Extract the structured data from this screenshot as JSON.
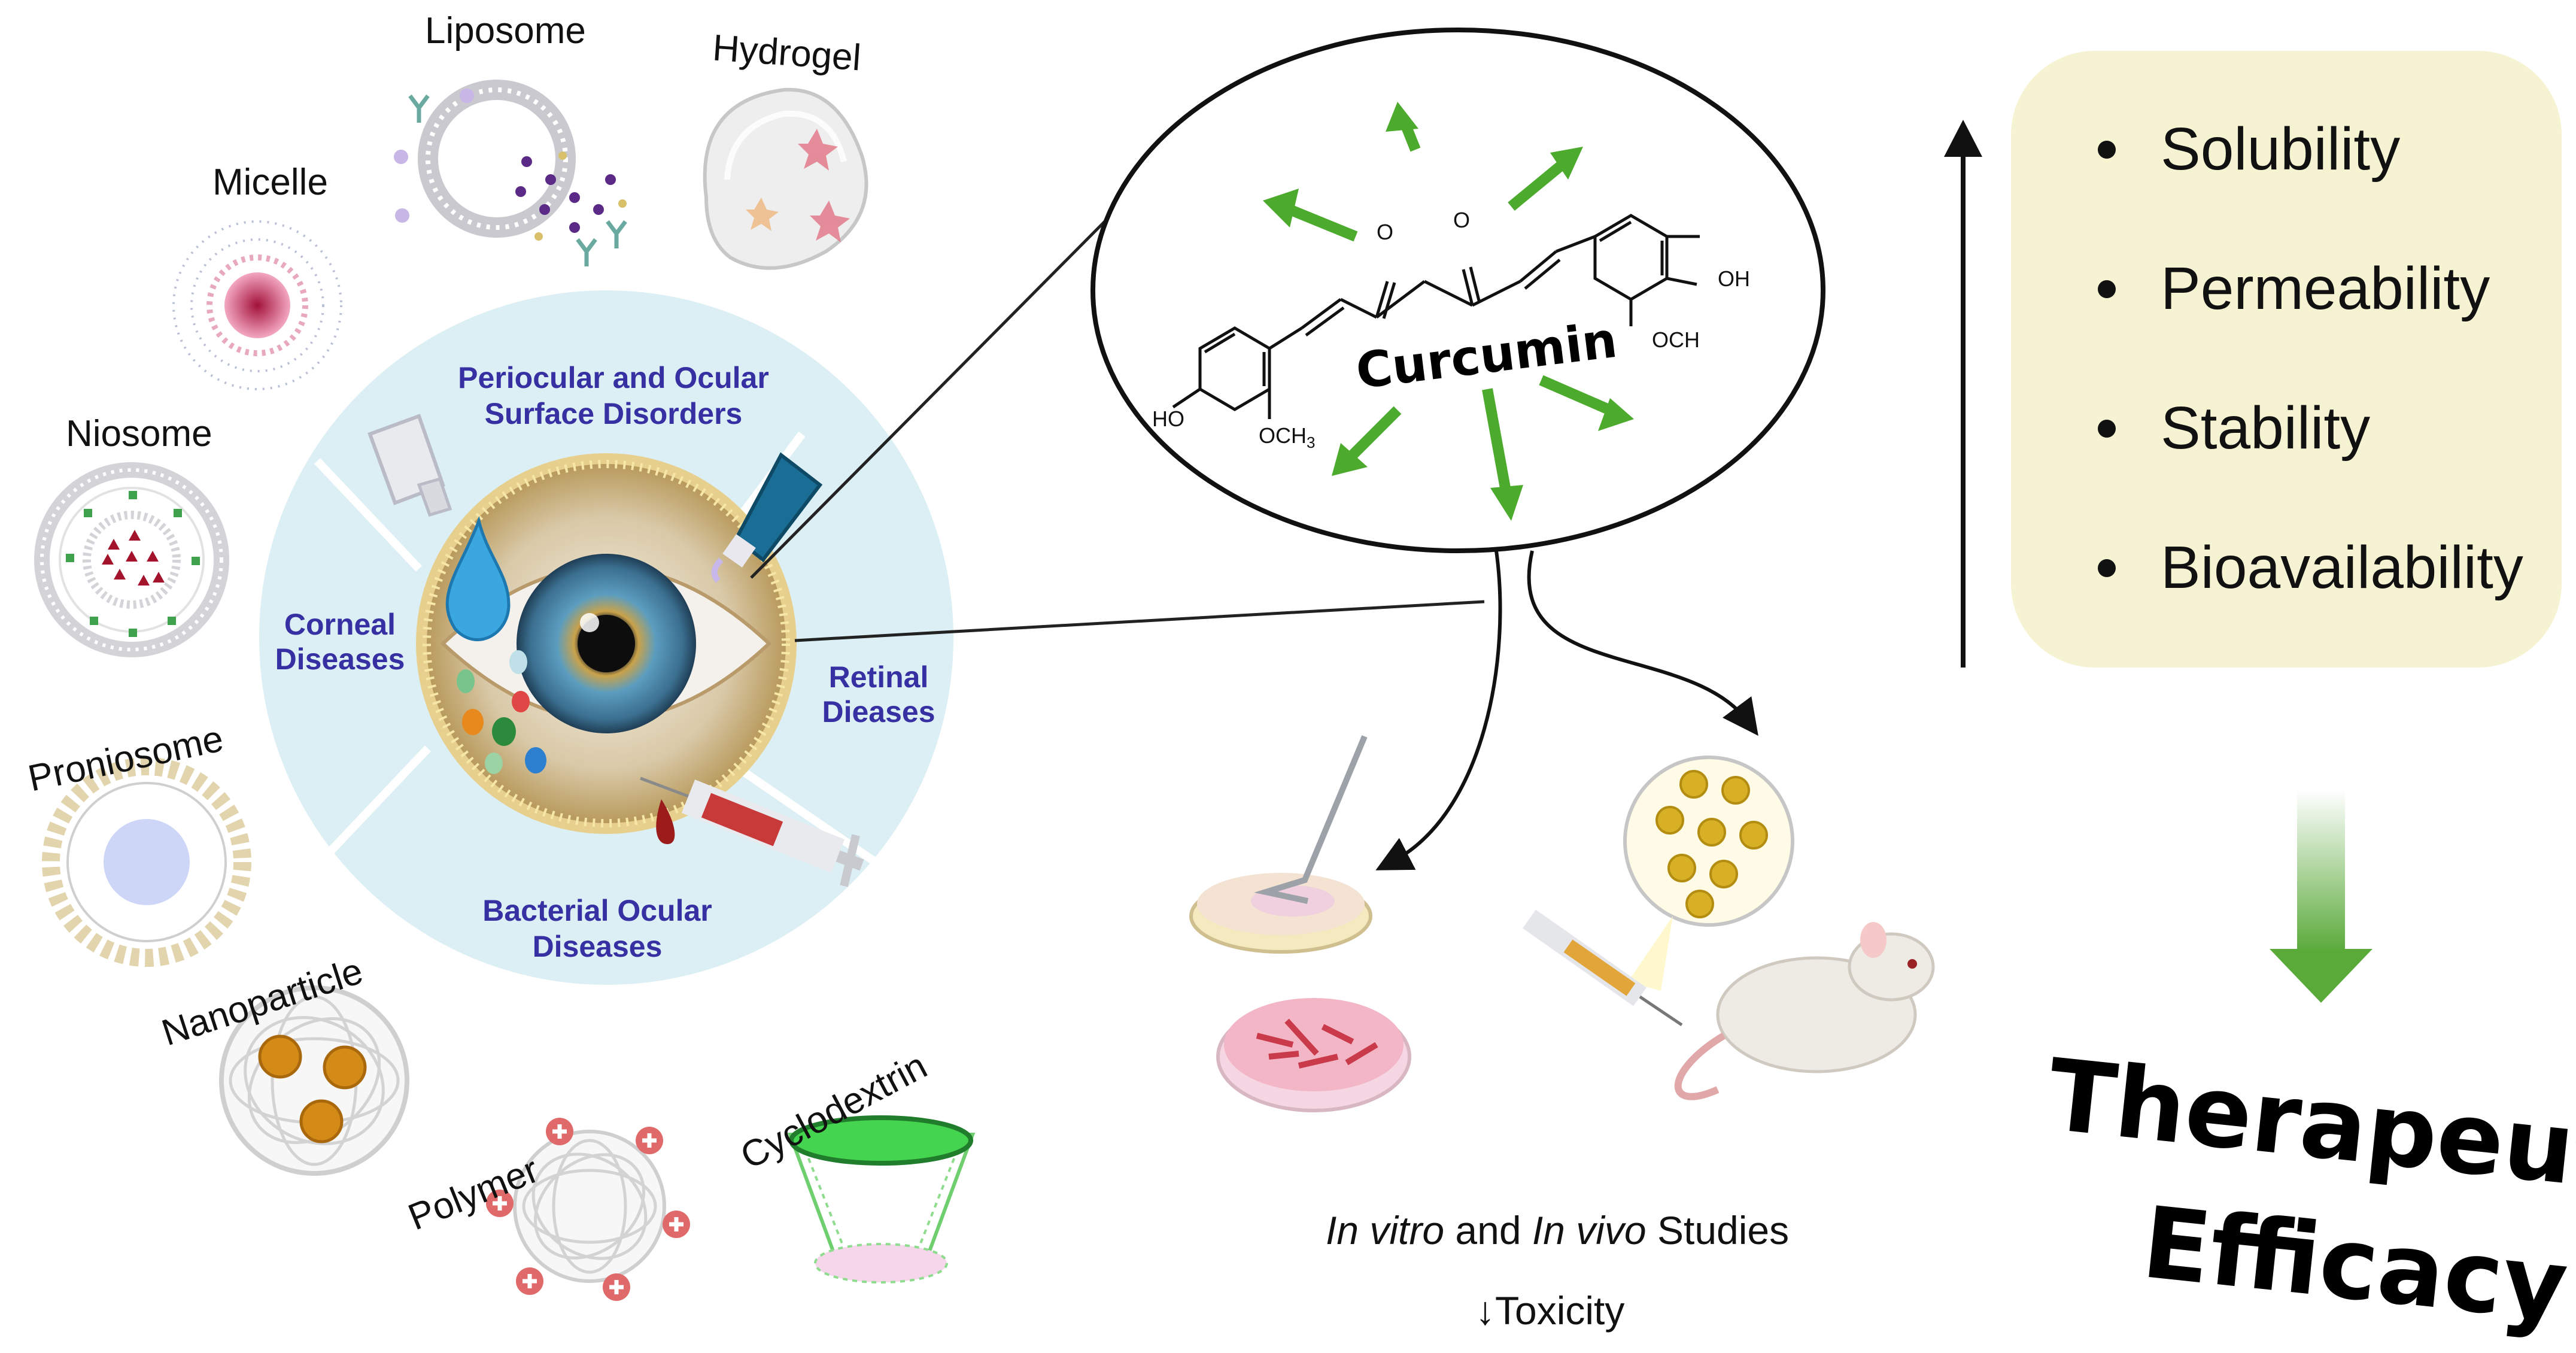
{
  "nanocarriers": [
    {
      "label": "Liposome"
    },
    {
      "label": "Hydrogel"
    },
    {
      "label": "Micelle"
    },
    {
      "label": "Niosome"
    },
    {
      "label": "Proniosome"
    },
    {
      "label": "Nanoparticle"
    },
    {
      "label": "Polymer"
    },
    {
      "label": "Cyclodextrin"
    }
  ],
  "wheel": {
    "top_line1": "Periocular and Ocular",
    "top_line2": "Surface Disorders",
    "left_line1": "Corneal",
    "left_line2": "Diseases",
    "right_line1": "Retinal",
    "right_line2": "Dieases",
    "bottom_line1": "Bacterial Ocular",
    "bottom_line2": "Diseases"
  },
  "molecule": {
    "name": "Curcumin",
    "atoms": {
      "o1": "O",
      "o2": "O",
      "ho": "HO",
      "och3": "OCH",
      "och3_sub": "3",
      "oh": "OH",
      "och": "OCH"
    }
  },
  "studies": {
    "in_vitro": "In vitro",
    "and": " and ",
    "in_vivo": "In vivo",
    "studies": " Studies",
    "toxicity": "↓Toxicity"
  },
  "properties": [
    "Solubility",
    "Permeability",
    "Stability",
    "Bioavailability"
  ],
  "outcome": {
    "line1": "Therapeutic",
    "line2": "Efficacy"
  },
  "colors": {
    "wheel_bg": "#dbeff4",
    "wheel_text": "#3730a3",
    "arrow_green": "#5aaa3a",
    "property_box": "#f6f3d2",
    "nano_gold": "#d49a18"
  }
}
